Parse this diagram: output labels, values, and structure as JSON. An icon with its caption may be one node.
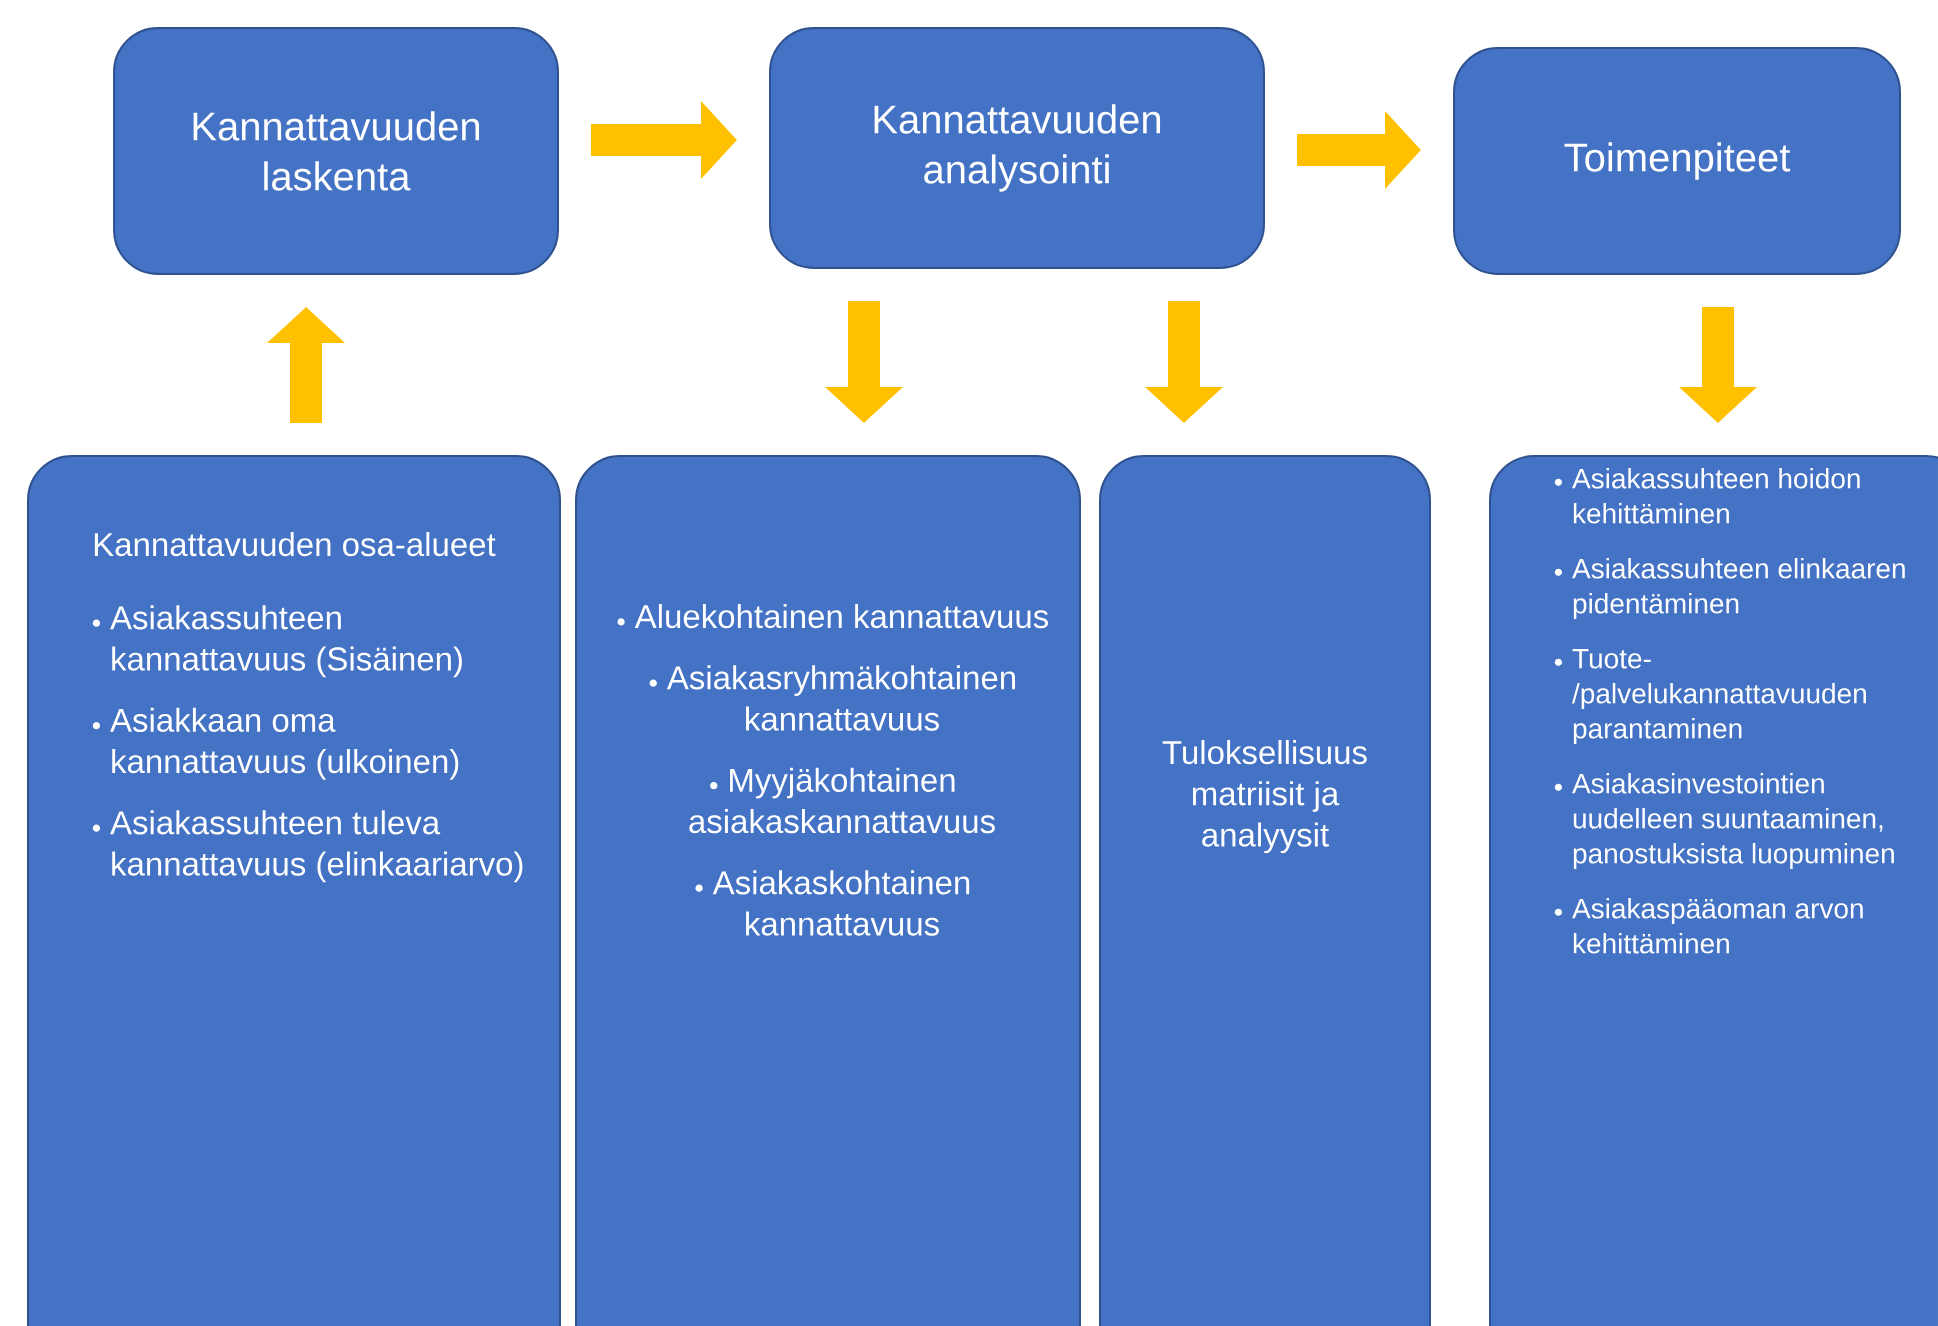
{
  "diagram": {
    "nodes": [
      {
        "text": [
          "Kannattavuuden laskenta"
        ]
      },
      {
        "text": [
          "Kannattavuuden analysointi"
        ]
      },
      {
        "text": [
          "Toimenpiteet"
        ]
      },
      {
        "text": [
          "Kannattavuuden osa-alueet",
          "Asiakassuhteen kannattavuus (Sisäinen)",
          "Asiakkaan oma kannattavuus (ulkoinen)",
          "Asiakassuhteen tuleva kannattavuus (elinkaariarvo)"
        ]
      },
      {
        "text": [
          "Aluekohtainen kannattavuus",
          "Asiakasryhmäkohtainen kannattavuus",
          "Myyjäkohtainen asiakaskannattavuus",
          "Asiakaskohtainen kannattavuus"
        ]
      },
      {
        "text": [
          "Tuloksellisuus matriisit ja analyysit"
        ]
      },
      {
        "text": [
          "Asiakassuhteen hoidon kehittäminen",
          "Asiakassuhteen elinkaaren pidentäminen",
          "Tuote-/palvelukannattavuuden parantaminen",
          "Asiakasinvestointien uudelleen suuntaaminen, panostuksista luopuminen",
          "Asiakaspääoman arvon kehittäminen"
        ]
      }
    ],
    "edges": [
      {
        "from": 0,
        "to": 1,
        "arrow": "to"
      },
      {
        "from": 1,
        "to": 2,
        "arrow": "to"
      },
      {
        "from": 3,
        "to": 0,
        "arrow": "to"
      },
      {
        "from": 1,
        "to": 4,
        "arrow": "to"
      },
      {
        "from": 1,
        "to": 5,
        "arrow": "to"
      },
      {
        "from": 2,
        "to": 6,
        "arrow": "to"
      }
    ]
  }
}
